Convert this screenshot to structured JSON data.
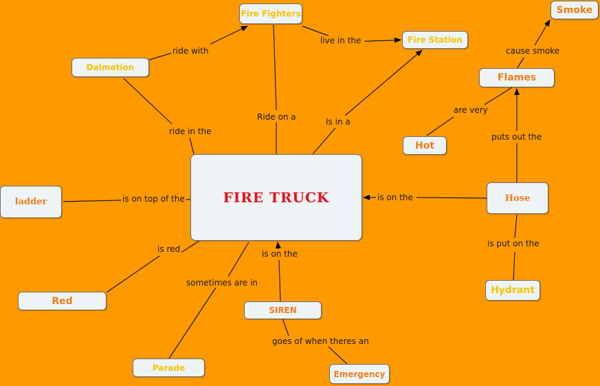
{
  "colors": {
    "background": "#ff9900",
    "node_fill": "#eef3f6",
    "yellow_text": "#f5c400",
    "orange_text": "#f07d1a",
    "red_title": "#e8101c"
  },
  "center": {
    "label": "FIRE TRUCK"
  },
  "nodes": {
    "fire_fighters": "Fire Fighters",
    "fire_station": "Fire Station",
    "smoke": "Smoke",
    "dalmation": "Dalmation",
    "flames": "Flames",
    "hot": "Hot",
    "ladder": "ladder",
    "hose": "Hose",
    "red": "Red",
    "hydrant": "Hydrant",
    "siren": "SIREN",
    "parade": "Parade",
    "emergency": "Emergency"
  },
  "links": {
    "ride_with": "ride with",
    "live_in_the": "live in the",
    "cause_smoke": "cause smoke",
    "ride_in_the": "ride in the",
    "ride_on_a": "Ride on a",
    "is_in_a": "Is in a",
    "are_very": "are very",
    "puts_out_the": "puts out the",
    "is_on_top_of_the": "is on top of the",
    "is_on_the_hose": "is on the",
    "is_put_on_the": "is put on the",
    "is_red": "is red",
    "is_on_the_siren": "is on the",
    "sometimes_are_in": "sometimes are in",
    "goes_of_when": "goes of when theres an"
  }
}
